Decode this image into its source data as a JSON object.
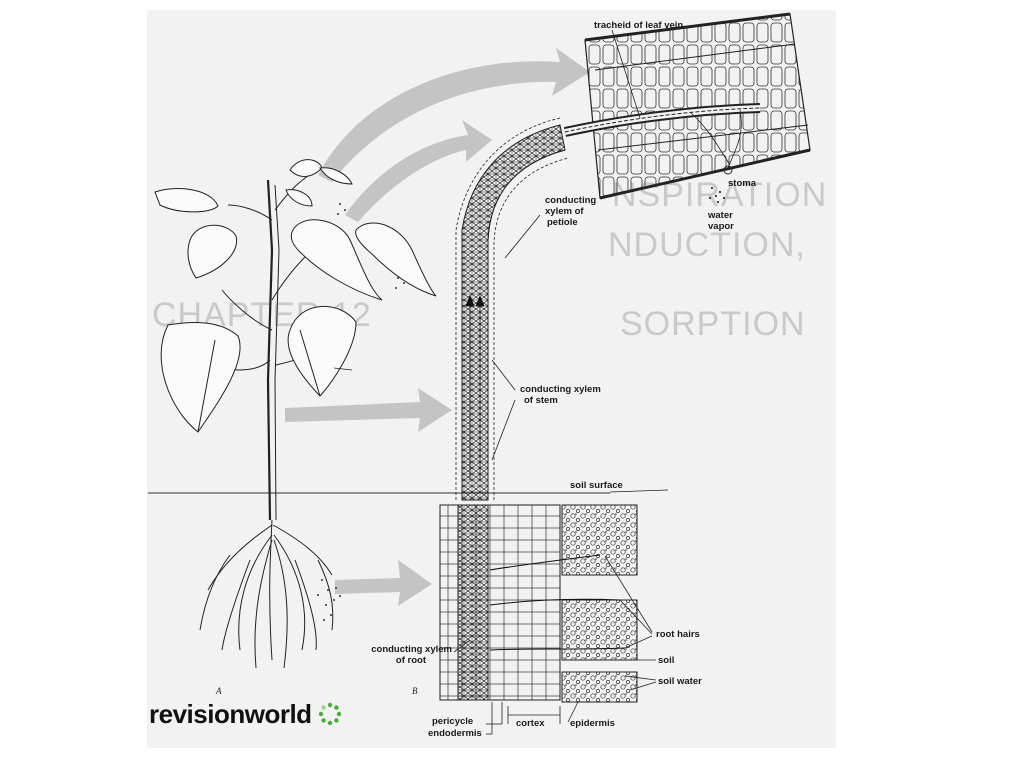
{
  "logo": {
    "word_a": "revision",
    "word_b": "world",
    "mark": "ring-of-dots-logo"
  },
  "panel_letters": {
    "plant": "A",
    "section": "B"
  },
  "labels": {
    "tracheid": "tracheid of leaf vein",
    "stoma": "stoma",
    "water_vapor_1": "water",
    "water_vapor_2": "vapor",
    "petiole_1": "conducting",
    "petiole_2": "xylem of",
    "petiole_3": "petiole",
    "stem_1": "conducting xylem",
    "stem_2": "of stem",
    "soil_surface": "soil surface",
    "root_1": "conducting xylem",
    "root_2": "of root",
    "root_hairs": "root hairs",
    "soil": "soil",
    "soil_water": "soil water",
    "pericycle": "pericycle",
    "endodermis": "endodermis",
    "cortex": "cortex",
    "epidermis": "epidermis"
  },
  "colors": {
    "panel": "#f2f2f2",
    "ink": "#1a1a1a",
    "arrow": "#c4c4c4",
    "logo_dots": "#4aa83c"
  }
}
